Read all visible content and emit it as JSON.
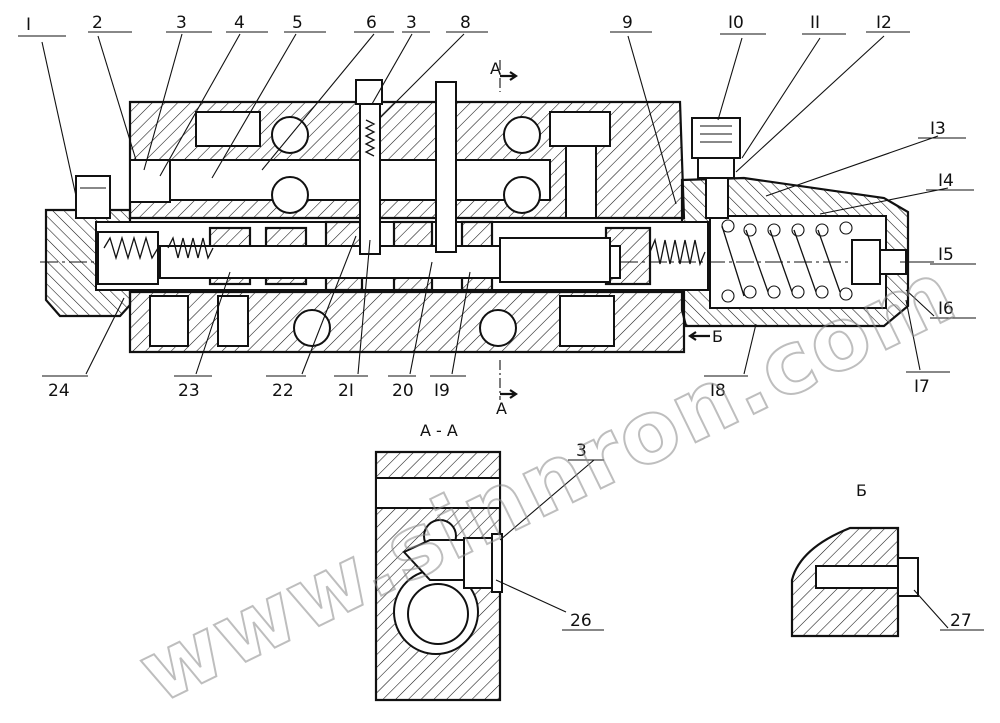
{
  "callouts_top": [
    "I",
    "2",
    "3",
    "4",
    "5",
    "6",
    "3",
    "8",
    "9",
    "I0",
    "II",
    "I2",
    "I3",
    "I4"
  ],
  "callouts_right": [
    "I5",
    "I6"
  ],
  "callouts_bottom": [
    "24",
    "23",
    "22",
    "2I",
    "20",
    "I9",
    "I8",
    "I7"
  ],
  "section_marks": {
    "a_top": "A",
    "a_bottom": "A",
    "b_arrow": "Б"
  },
  "views": {
    "section_aa": {
      "title": "А - А",
      "callouts": [
        "3",
        "26"
      ]
    },
    "view_b": {
      "title": "Б",
      "callouts": [
        "27"
      ]
    }
  },
  "watermark": "www.sinnron.com"
}
